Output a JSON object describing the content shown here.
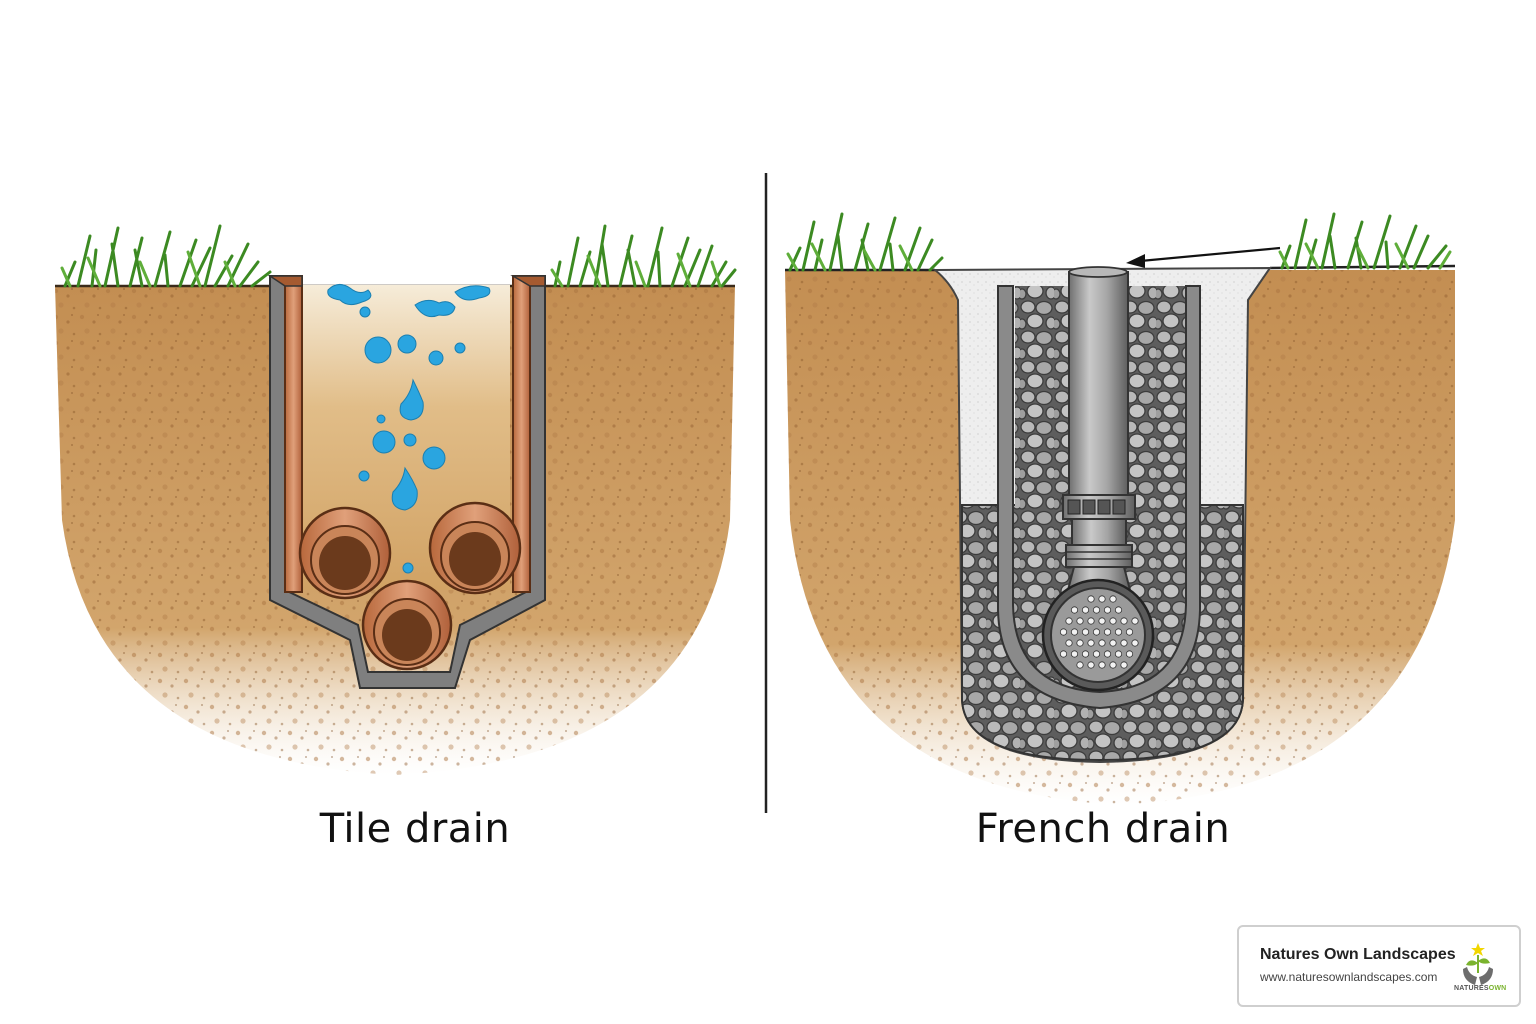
{
  "captions": {
    "left": "Tile drain",
    "right": "French drain"
  },
  "brand": {
    "name": "Natures Own Landscapes",
    "url": "www.naturesownlandscapes.com",
    "logo_text_a": "NATURES",
    "logo_text_b": "OWN"
  },
  "colors": {
    "soil": "#c9955a",
    "soil_dark": "#9c6a35",
    "grass": "#4f9a32",
    "water": "#2aa5e0",
    "pipe_clay": "#c97a4a",
    "gravel": "#9a9a9a",
    "pipe_metal": "#8e8e8e",
    "logo_green": "#7ab32e"
  }
}
